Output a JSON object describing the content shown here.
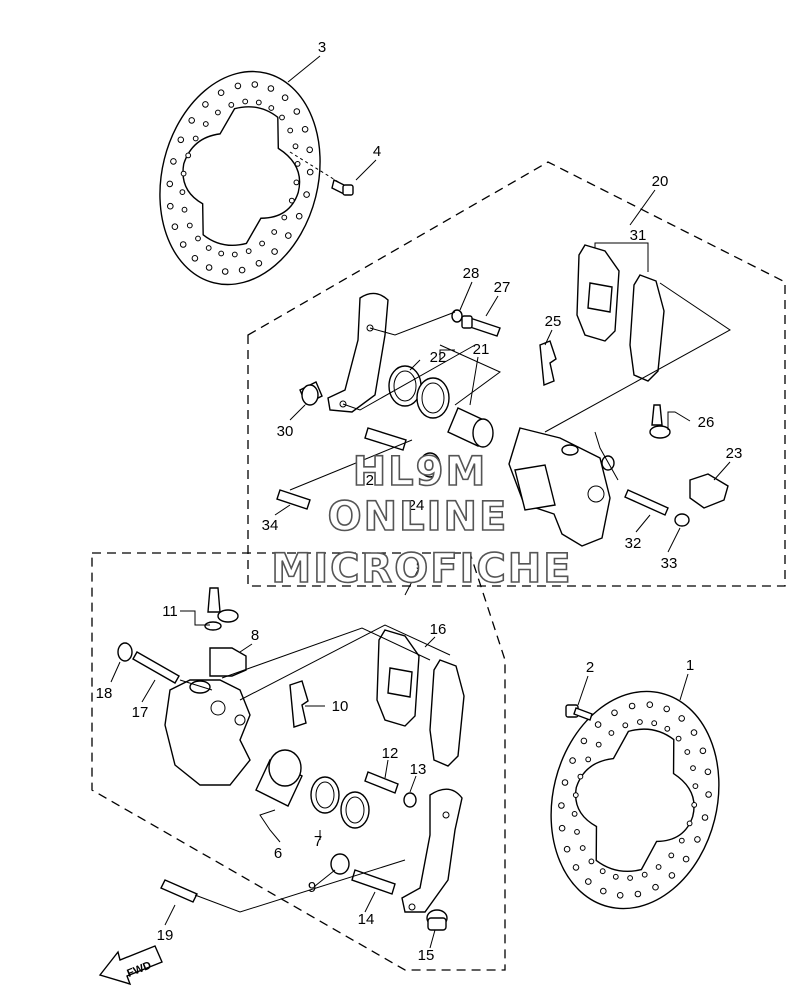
{
  "diagram": {
    "part_numbers": [
      "1",
      "2",
      "3",
      "4",
      "5",
      "6",
      "7",
      "8",
      "9",
      "10",
      "11",
      "12",
      "13",
      "14",
      "15",
      "16",
      "17",
      "18",
      "19",
      "20",
      "21",
      "22",
      "23",
      "24",
      "25",
      "26",
      "27",
      "28",
      "29",
      "30",
      "31",
      "32",
      "33",
      "34"
    ],
    "watermark": {
      "line1": "HL9M",
      "line2": "ONLINE",
      "line3": "MICROFICHE"
    },
    "direction_arrow_label": "FWD"
  }
}
